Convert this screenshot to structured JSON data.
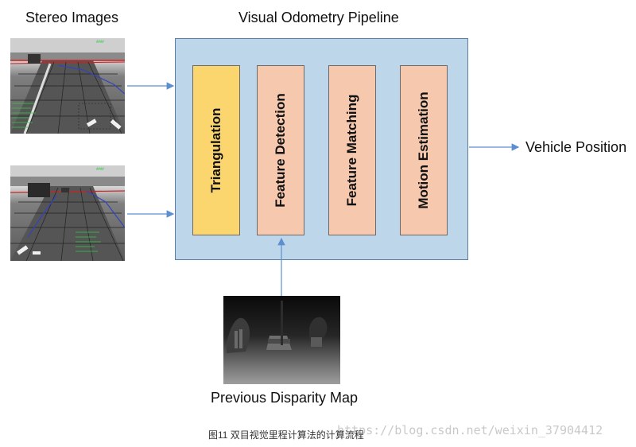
{
  "titles": {
    "stereo_images": "Stereo Images",
    "pipeline": "Visual Odometry Pipeline"
  },
  "pipeline": {
    "stages": [
      {
        "label": "Triangulation",
        "color": "#fbd56e"
      },
      {
        "label": "Feature Detection",
        "color": "#f6c8ae"
      },
      {
        "label": "Feature Matching",
        "color": "#f6c8ae"
      },
      {
        "label": "Motion Estimation",
        "color": "#f6c8ae"
      }
    ],
    "box_color": "#bed6ea",
    "arrow_color": "#5b8fcf"
  },
  "output_label": "Vehicle Position",
  "disparity_label": "Previous Disparity Map",
  "caption": "图11 双目视觉里程计算法的计算流程",
  "watermark": "https://blog.csdn.net/weixin_37904412"
}
